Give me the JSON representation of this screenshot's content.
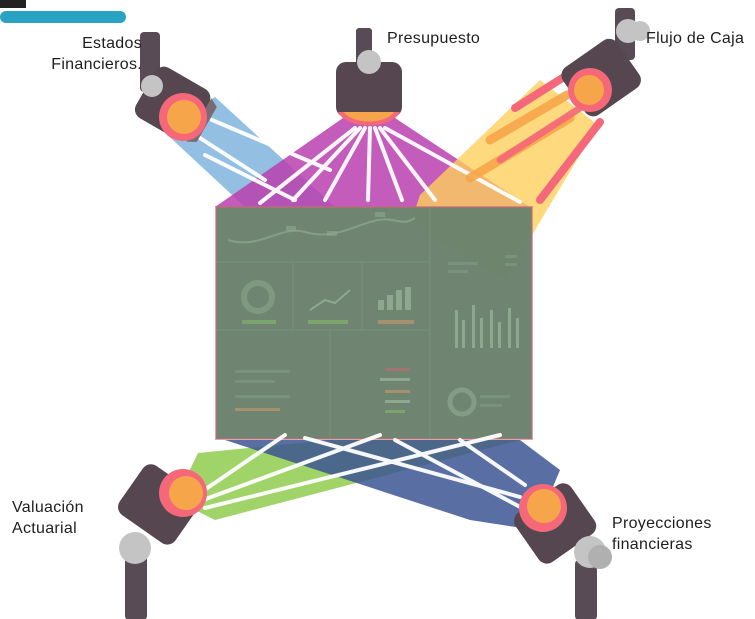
{
  "labels": {
    "estados": [
      "Estados",
      "Financieros."
    ],
    "presupuesto": "Presupuesto",
    "flujo": "Flujo de Caja",
    "valuacion": [
      "Valuación",
      "Actuarial"
    ],
    "proyecciones": [
      "Proyecciones",
      "financieras"
    ]
  },
  "colors": {
    "top_bar": "#2aa3c2",
    "screen": "#69806b",
    "beam_blue_top": "#6fa9d8",
    "beam_magenta": "#b83fae",
    "beam_yellow": "#ffcf5c",
    "beam_green": "#8fcc4f",
    "beam_navy": "#3c5592",
    "lamp_body": "#564650",
    "lamp_pole": "#594b55",
    "lamp_light": "#f7a54a",
    "lamp_ring": "#f5687a",
    "lamp_knob": "#c4c4c4"
  }
}
